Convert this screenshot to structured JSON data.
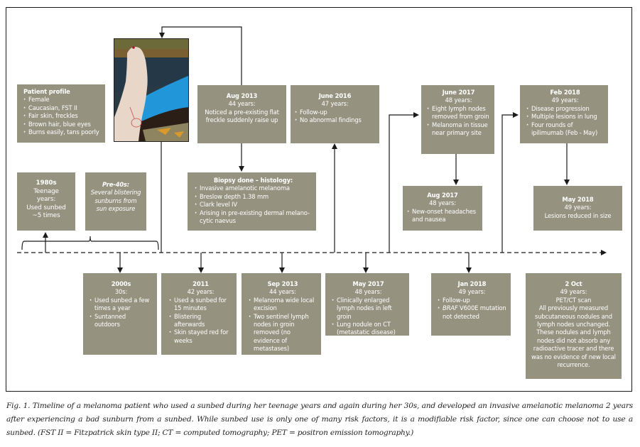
{
  "colors": {
    "box_fill": "#959280",
    "box_text": "#ffffff",
    "line": "#1a1a1a"
  },
  "photo": {
    "alt": "Photo of patient's leg with marked lesion, on a blue kayak over water"
  },
  "boxes": {
    "patient_profile": {
      "title": "Patient profile",
      "items": [
        "Female",
        "Caucasian, FST II",
        "Fair skin, freckles",
        "Brown hair, blue eyes",
        "Burns easily, tans poorly"
      ]
    },
    "y1980s": {
      "title": "1980s",
      "lines": [
        "Teenage",
        "years:",
        "Used sunbed",
        "~5 times"
      ]
    },
    "pre40s": {
      "title": "Pre-40s:",
      "text": "Several blistering sunburns from sun exposure"
    },
    "aug2013": {
      "title": "Aug 2013",
      "age": "44 years:",
      "text": "Noticed a pre-existing flat freckle suddenly raise up"
    },
    "biopsy": {
      "title": "Biopsy done – histology:",
      "items": [
        "Invasive amelanotic melanoma",
        "Breslow depth 1.38 mm",
        "Clark level IV",
        "Arising in pre-existing dermal melano-cytic naevus"
      ]
    },
    "june2016": {
      "title": "June 2016",
      "age": "47 years:",
      "items": [
        "Follow-up",
        "No abnormal findings"
      ]
    },
    "june2017": {
      "title": "June 2017",
      "age": "48 years:",
      "items": [
        "Eight lymph nodes removed from groin",
        "Melanoma in tissue near primary site"
      ]
    },
    "aug2017": {
      "title": "Aug 2017",
      "age": "48 years:",
      "items": [
        "New-onset headaches and nausea"
      ]
    },
    "feb2018": {
      "title": "Feb 2018",
      "age": "49 years:",
      "items": [
        "Disease progression",
        "Multiple lesions in lung",
        "Four rounds of ipilimumab (Feb - May)"
      ]
    },
    "may2018": {
      "title": "May 2018",
      "age": "49 years:",
      "text": "Lesions reduced in size"
    },
    "y2000s": {
      "title": "2000s",
      "age": "30s:",
      "items": [
        "Used sunbed a few times a year",
        "Suntanned outdoors"
      ]
    },
    "y2011": {
      "title": "2011",
      "age": "42 years:",
      "items": [
        "Used a sunbed for 15 minutes",
        "Blistering afterwards",
        "Skin stayed red for weeks"
      ]
    },
    "sep2013": {
      "title": "Sep 2013",
      "age": "44 years:",
      "items": [
        "Melanoma wide local excision",
        "Two sentinel lymph nodes in groin removed (no evidence of metastases)"
      ]
    },
    "may2017": {
      "title": "May 2017",
      "age": "48 years:",
      "items": [
        "Clinically enlarged lymph nodes in left groin",
        "Lung nodule on CT (metastatic disease)"
      ]
    },
    "jan2018": {
      "title": "Jan 2018",
      "age": "49 years:",
      "items": [
        "Follow-up"
      ],
      "braf_gene": "BRAF",
      "braf_rest": " V600E mutation not detected"
    },
    "oct2": {
      "title": "2 Oct",
      "age": "49 years:",
      "scan": "PET/CT scan",
      "text": "All previously measured subcutaneous nodules and lymph nodes unchanged. These nodules and lymph nodes did not absorb any radioactive tracer and there was no evidence of new local recurrence."
    }
  },
  "caption": "Fig. 1. Timeline of a melanoma patient who used a sunbed during her teenage years and again during her 30s, and developed an invasive amelanotic melanoma 2 years after experiencing a bad sunburn from a sunbed. While sunbed use is only one of many risk factors, it is a modifiable risk factor, since one can choose not to use a sunbed. (FST II = Fitzpatrick skin type II; CT = computed tomography; PET = positron emission tomography.)"
}
